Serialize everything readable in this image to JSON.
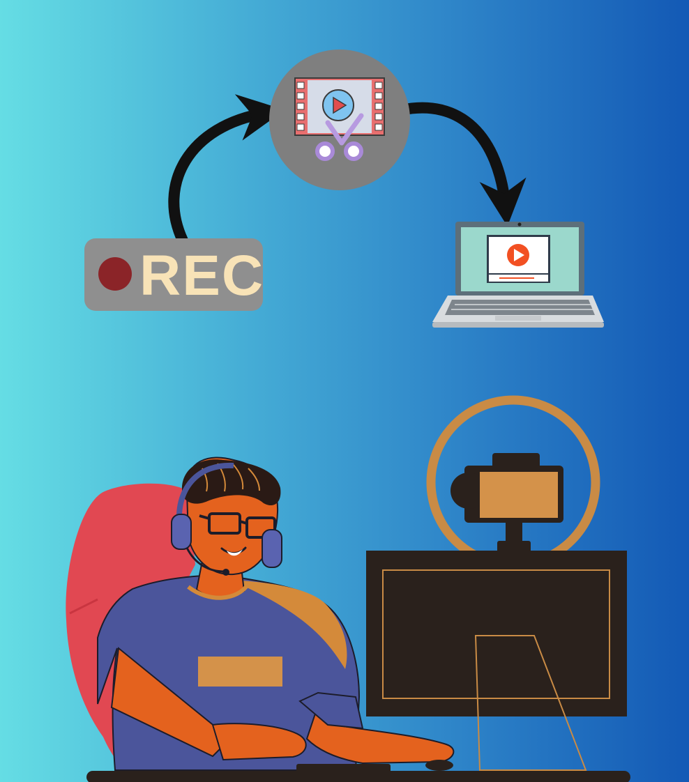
{
  "rec_badge": {
    "label": "REC"
  },
  "icons": {
    "rec": "record-badge",
    "edit": "video-edit-icon",
    "laptop": "laptop-play-icon",
    "creator": "streamer-person",
    "camera": "ring-light-camera",
    "monitor": "desk-monitor"
  },
  "colors": {
    "background_left": "#65dde4",
    "background_right": "#1359b5",
    "rec_badge": "#8f8f8f",
    "rec_dot": "#8b2428",
    "rec_text": "#f8e3b7",
    "edit_circle": "#7f7f7f",
    "play_red": "#f25022",
    "ring_light": "#c98b45",
    "skin": "#e4621e",
    "shirt": "#4b559b",
    "chair": "#e14852",
    "monitor": "#2a211c"
  }
}
